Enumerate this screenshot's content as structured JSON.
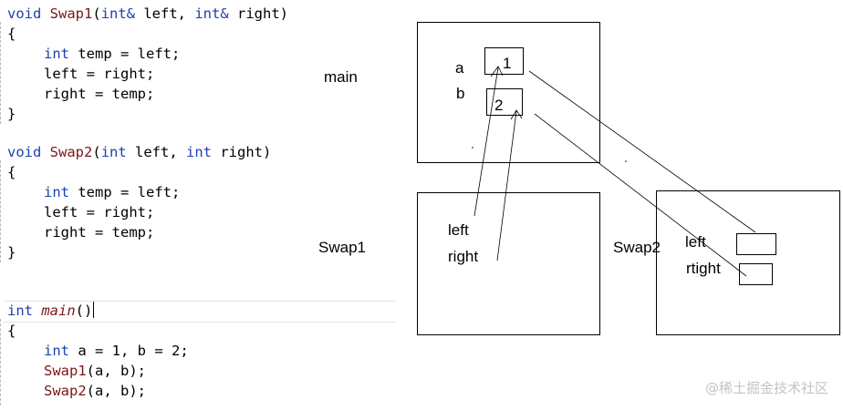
{
  "code": {
    "swap1": {
      "sig_type": "void",
      "sig_name": "Swap1",
      "sig_open": "(",
      "param1_type": "int&",
      "param1_name": " left, ",
      "param2_type": "int&",
      "param2_name": " right)",
      "open_brace": "{",
      "line1_type": "int",
      "line1_rest": " temp = left;",
      "line2": "left = right;",
      "line3": "right = temp;",
      "close_brace": "}"
    },
    "swap2": {
      "sig_type": "void",
      "sig_name": "Swap2",
      "sig_open": "(",
      "param1_type": "int",
      "param1_name": " left, ",
      "param2_type": "int",
      "param2_name": " right)",
      "open_brace": "{",
      "line1_type": "int",
      "line1_rest": " temp = left;",
      "line2": "left = right;",
      "line3": "right = temp;",
      "close_brace": "}"
    },
    "main": {
      "sig_type": "int",
      "sig_name": "main",
      "sig_rest": "()",
      "open_brace": "{",
      "line1_type": "int",
      "line1_rest": " a = 1, b = 2;",
      "call1_name": "Swap1",
      "call1_rest": "(a, b);",
      "call2_name": "Swap2",
      "call2_rest": "(a, b);"
    }
  },
  "diagram": {
    "main_frame": {
      "caption": "main",
      "var_a_label": "a",
      "var_a_value": "1",
      "var_b_label": "b",
      "var_b_value": "2"
    },
    "swap1_frame": {
      "caption": "Swap1",
      "param_left": "left",
      "param_right": "right"
    },
    "swap2_frame": {
      "caption": "Swap2",
      "param_left": "left",
      "param_right": "rtight"
    }
  },
  "watermark": "@稀土掘金技术社区",
  "colors": {
    "keyword": "#1d3fb3",
    "function_name": "#7a1616",
    "text": "#000000",
    "watermark": "#c4c4c4"
  }
}
